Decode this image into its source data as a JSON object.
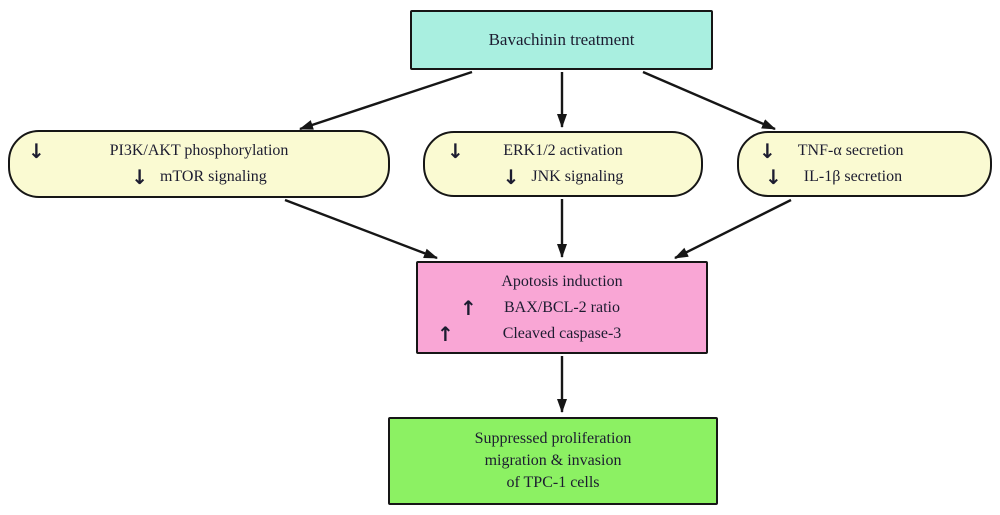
{
  "colors": {
    "cyan": "#a9efe0",
    "yellow": "#fafad2",
    "pink": "#f9a6d5",
    "green": "#8cf163",
    "border": "#161616",
    "arrow": "#161616",
    "text": "#1c1c30"
  },
  "nodes": {
    "treatment": {
      "label": "Bavachinin treatment"
    },
    "pi3k": {
      "line1_arrow": "↓",
      "line1": "PI3K/AKT phosphorylation",
      "line2_arrow": "↓",
      "line2": "mTOR signaling"
    },
    "erk": {
      "line1_arrow": "↓",
      "line1": "ERK1/2 activation",
      "line2_arrow": "↓",
      "line2": "JNK signaling"
    },
    "tnf": {
      "line1_arrow": "↓",
      "line1": "TNF-α secretion",
      "line2_arrow": "↓",
      "line2": "IL-1β secretion"
    },
    "apoptosis": {
      "title": "Apotosis induction",
      "line2_arrow": "↑",
      "line2": "BAX/BCL-2 ratio",
      "line3_arrow": "↑",
      "line3": "Cleaved caspase-3"
    },
    "outcome": {
      "line1": "Suppressed proliferation",
      "line2": "migration & invasion",
      "line3": "of TPC-1 cells"
    }
  }
}
